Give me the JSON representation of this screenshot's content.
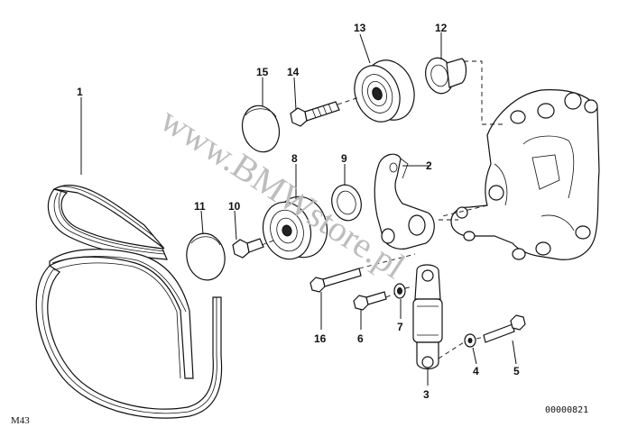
{
  "callouts": [
    "1",
    "2",
    "3",
    "4",
    "5",
    "6",
    "7",
    "8",
    "9",
    "10",
    "11",
    "12",
    "13",
    "14",
    "15",
    "16"
  ],
  "watermark": "www.BMWstore.pl",
  "corner_label": "M43",
  "image_code": "00000821",
  "colors": {
    "ink": "#111111",
    "paper": "#ffffff",
    "watermark": "#bdbdbd"
  }
}
